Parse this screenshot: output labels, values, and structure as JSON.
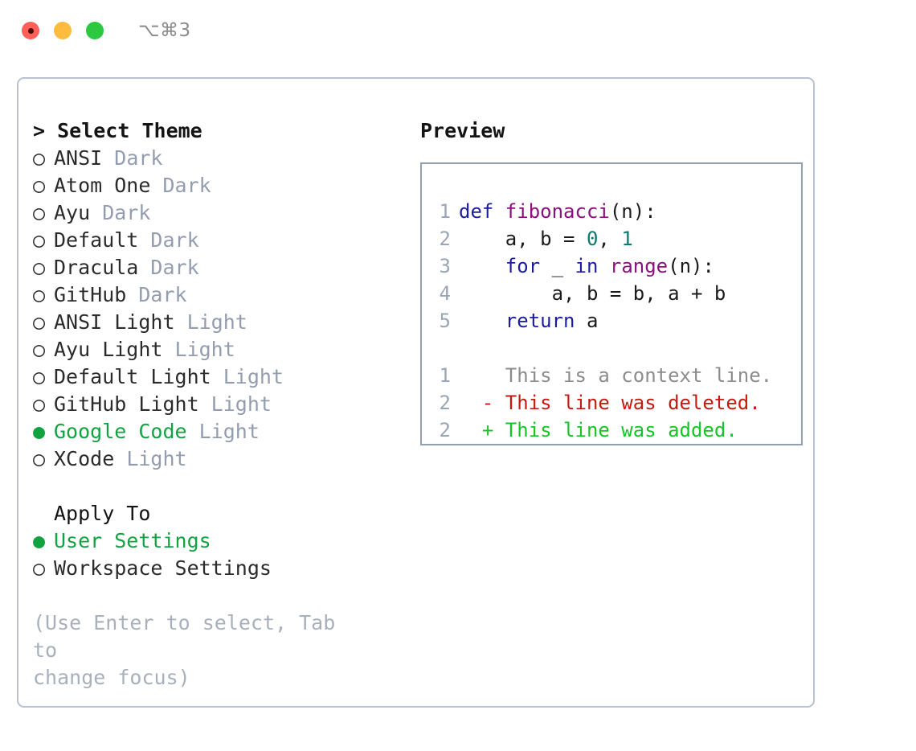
{
  "window": {
    "shortcut_label": "⌥⌘3",
    "traffic_lights": [
      {
        "name": "close",
        "color": "#fc6058"
      },
      {
        "name": "minimize",
        "color": "#fdbc40"
      },
      {
        "name": "zoom",
        "color": "#2bc840"
      }
    ]
  },
  "theme_picker": {
    "title": "> Select Theme",
    "selected_bullet": "●",
    "unselected_bullet": "○",
    "items": [
      {
        "label": "ANSI",
        "suffix": "Dark",
        "selected": false
      },
      {
        "label": "Atom One",
        "suffix": "Dark",
        "selected": false
      },
      {
        "label": "Ayu",
        "suffix": "Dark",
        "selected": false
      },
      {
        "label": "Default",
        "suffix": "Dark",
        "selected": false
      },
      {
        "label": "Dracula",
        "suffix": "Dark",
        "selected": false
      },
      {
        "label": "GitHub",
        "suffix": "Dark",
        "selected": false
      },
      {
        "label": "ANSI Light",
        "suffix": "Light",
        "selected": false
      },
      {
        "label": "Ayu Light",
        "suffix": "Light",
        "selected": false
      },
      {
        "label": "Default Light",
        "suffix": "Light",
        "selected": false
      },
      {
        "label": "GitHub Light",
        "suffix": "Light",
        "selected": false
      },
      {
        "label": "Google Code",
        "suffix": "Light",
        "selected": true
      },
      {
        "label": "XCode",
        "suffix": "Light",
        "selected": false
      }
    ]
  },
  "apply_to": {
    "title": "Apply To",
    "items": [
      {
        "label": "User Settings",
        "selected": true
      },
      {
        "label": "Workspace Settings",
        "selected": false
      }
    ]
  },
  "hint": "(Use Enter to select, Tab to\nchange focus)",
  "preview": {
    "title": "Preview",
    "code_lines": [
      {
        "num": "1",
        "tokens": [
          {
            "t": "def ",
            "c": "kw"
          },
          {
            "t": "fibonacci",
            "c": "fn"
          },
          {
            "t": "(n):",
            "c": "plain"
          }
        ]
      },
      {
        "num": "2",
        "tokens": [
          {
            "t": "    a, b = ",
            "c": "plain"
          },
          {
            "t": "0",
            "c": "num"
          },
          {
            "t": ", ",
            "c": "plain"
          },
          {
            "t": "1",
            "c": "num"
          }
        ]
      },
      {
        "num": "3",
        "tokens": [
          {
            "t": "    ",
            "c": "plain"
          },
          {
            "t": "for",
            "c": "kw"
          },
          {
            "t": " _ ",
            "c": "plain"
          },
          {
            "t": "in",
            "c": "kw"
          },
          {
            "t": " ",
            "c": "plain"
          },
          {
            "t": "range",
            "c": "fn"
          },
          {
            "t": "(n):",
            "c": "plain"
          }
        ]
      },
      {
        "num": "4",
        "tokens": [
          {
            "t": "        a, b = b, a + b",
            "c": "plain"
          }
        ]
      },
      {
        "num": "5",
        "tokens": [
          {
            "t": "    ",
            "c": "plain"
          },
          {
            "t": "return",
            "c": "kw"
          },
          {
            "t": " a",
            "c": "plain"
          }
        ]
      }
    ],
    "diff_lines": [
      {
        "num": "1",
        "marker": " ",
        "text": " This is a context line.",
        "kind": "ctx"
      },
      {
        "num": "2",
        "marker": "-",
        "text": " This line was deleted.",
        "kind": "del"
      },
      {
        "num": "2",
        "marker": "+",
        "text": " This line was added.",
        "kind": "add"
      }
    ]
  },
  "colors": {
    "accent_green": "#12a341",
    "muted": "#939daf",
    "keyword": "#1c1ca0",
    "function": "#8c0f80",
    "number": "#0e7a6e",
    "diff_add": "#15c425",
    "diff_del": "#c41a0f",
    "diff_ctx": "#8c8c8c",
    "panel_border": "#b9c1ce",
    "preview_border": "#93a0b0"
  }
}
